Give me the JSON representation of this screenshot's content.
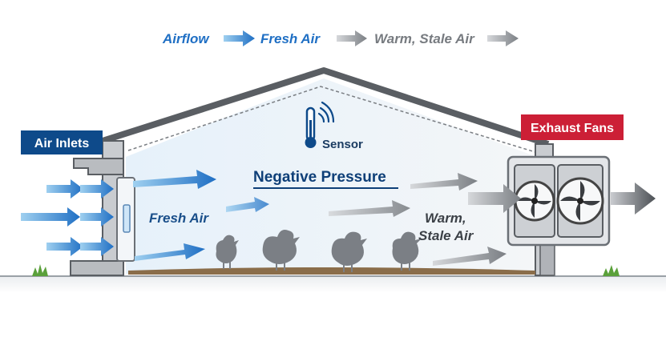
{
  "legend": {
    "airflow": "Airflow",
    "fresh_air": "Fresh Air",
    "warm_stale_air": "Warm, Stale Air"
  },
  "labels": {
    "air_inlets": "Air Inlets",
    "exhaust_fans": "Exhaust Fans",
    "sensor": "Sensor",
    "negative_pressure": "Negative Pressure",
    "fresh_air_inside": "Fresh Air",
    "warm_line1": "Warm,",
    "warm_line2": "Stale Air"
  },
  "colors": {
    "fresh_blue": "#2a7fd0",
    "fresh_blue_light": "#7fbfe8",
    "stale_gray": "#8a8e93",
    "navy": "#0e4a8a",
    "red_badge": "#cc1f36",
    "building_outline": "#55595e",
    "interior": "#eef4f9"
  },
  "icons": [
    "thermometer-icon",
    "wifi-signal-icon",
    "exhaust-fan-icon",
    "chicken-icon",
    "grass-icon",
    "inlet-vent-icon"
  ]
}
